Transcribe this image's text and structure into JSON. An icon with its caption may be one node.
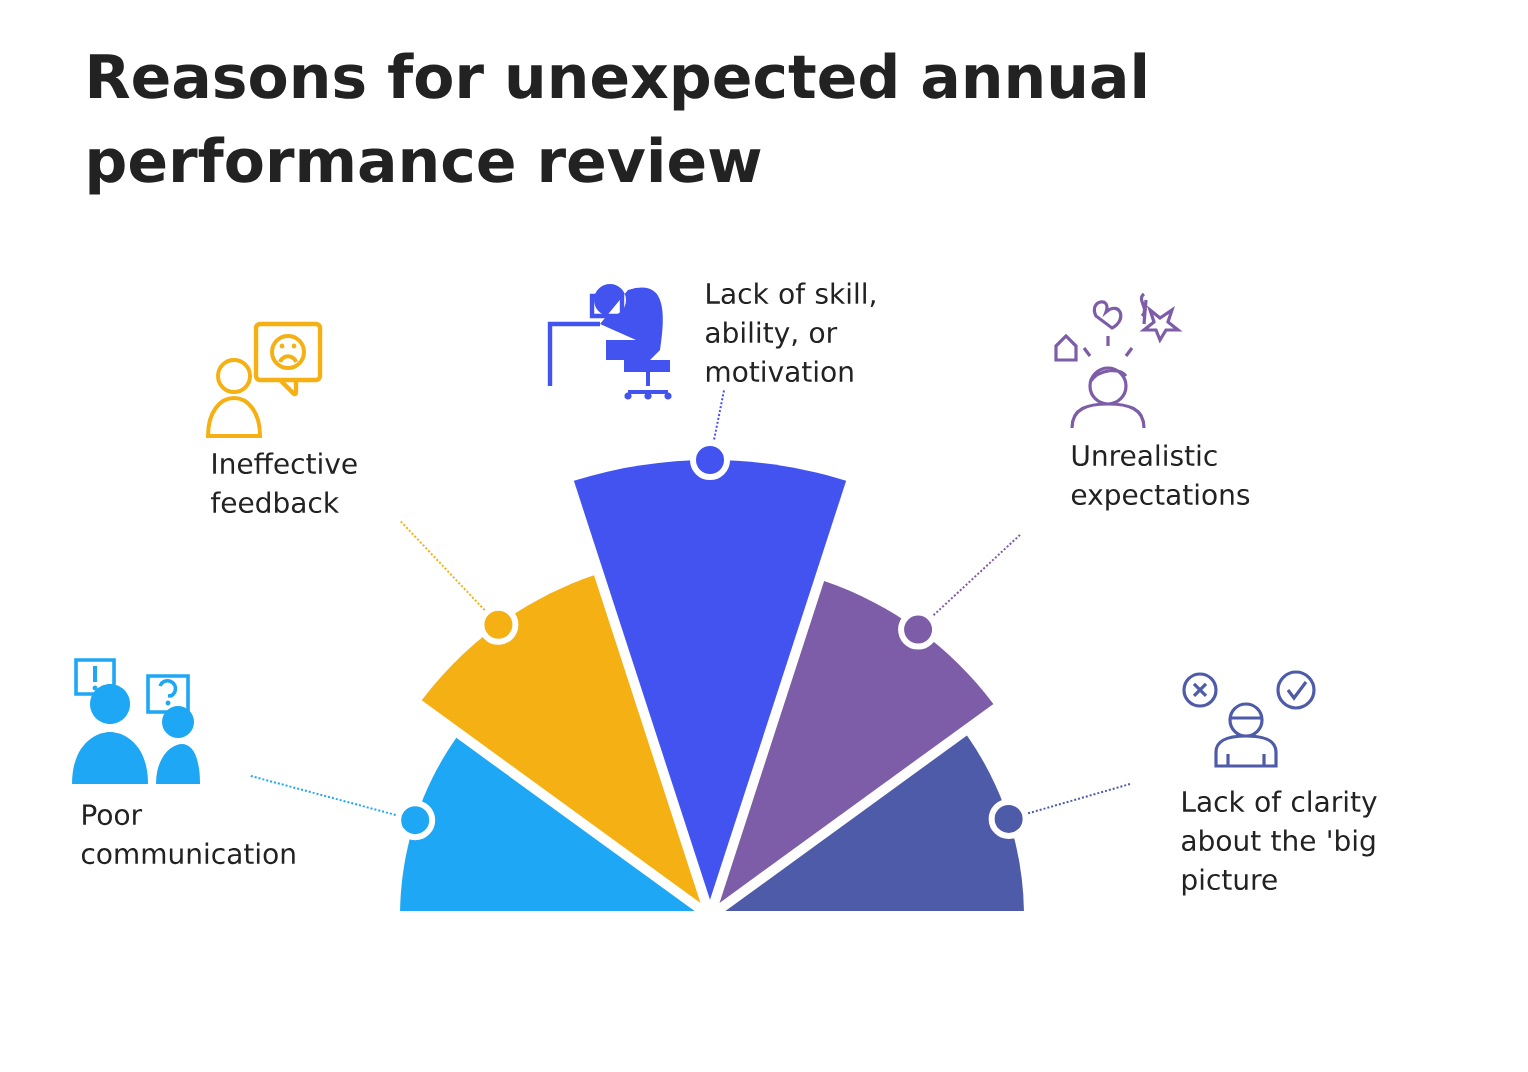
{
  "diagram": {
    "title": "Reasons for unexpected annual performance review",
    "nodes": [
      {
        "text": [],
        "shape": "wedge"
      },
      {
        "text": [],
        "shape": "wedge"
      },
      {
        "text": [],
        "shape": "wedge"
      },
      {
        "text": [],
        "shape": "wedge"
      },
      {
        "text": [],
        "shape": "wedge"
      },
      {
        "text": [
          "Poor communication"
        ]
      },
      {
        "text": [
          "Ineffective feedback"
        ]
      },
      {
        "text": [
          "Lack of skill, ability, or motivation"
        ]
      },
      {
        "text": [
          "Unrealistic expectations"
        ]
      },
      {
        "text": [
          "Lack of clarity about the 'big picture"
        ]
      }
    ],
    "edges": [
      {
        "from": 5,
        "to": 0,
        "arrow": "none",
        "color": "#1ea7f5"
      },
      {
        "from": 6,
        "to": 1,
        "arrow": "none",
        "color": "#f5b013"
      },
      {
        "from": 7,
        "to": 2,
        "arrow": "none",
        "color": "#4353f0"
      },
      {
        "from": 8,
        "to": 3,
        "arrow": "none",
        "color": "#7d5ca8"
      },
      {
        "from": 9,
        "to": 4,
        "arrow": "none",
        "color": "#4e5ba8"
      }
    ]
  }
}
